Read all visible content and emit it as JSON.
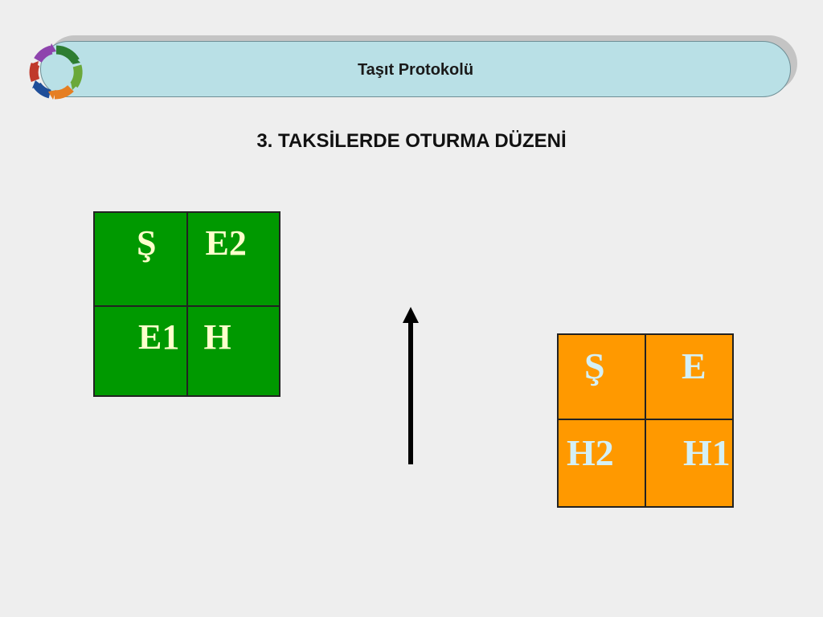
{
  "banner": {
    "title": "Taşıt Protokolü"
  },
  "heading": "3. TAKSİLERDE OTURMA DÜZENİ",
  "green_table": {
    "row1": [
      "Ş",
      "E2"
    ],
    "row2": [
      "E1",
      "H"
    ],
    "color": "#009900"
  },
  "orange_table": {
    "row1": [
      "Ş",
      "E"
    ],
    "row2": [
      "H2",
      "H1"
    ],
    "color": "#ff9900"
  },
  "icons": {
    "logo": "cycle-arrows-icon",
    "direction": "up-arrow-icon"
  }
}
